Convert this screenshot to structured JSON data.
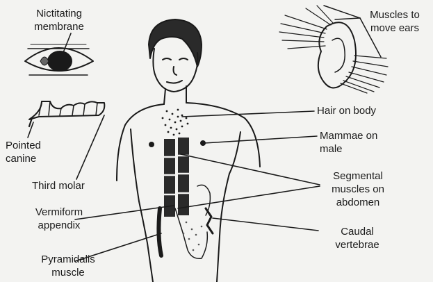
{
  "labels": {
    "nictitating_membrane": "Nictitating\nmembrane",
    "muscles_ears": "Muscles to\nmove ears",
    "hair_on_body": "Hair on body",
    "mammae_on_male": "Mammae on\nmale",
    "segmental_muscles": "Segmental\nmuscles on\nabdomen",
    "caudal_vertebrae": "Caudal\nvertebrae",
    "pointed_canine": "Pointed\ncanine",
    "third_molar": "Third molar",
    "vermiform_appendix": "Vermiform\nappendix",
    "pyramidalis_muscle": "Pyramidalis\nmuscle"
  },
  "colors": {
    "ink": "#1a1a1a",
    "background": "#f3f3f1"
  }
}
